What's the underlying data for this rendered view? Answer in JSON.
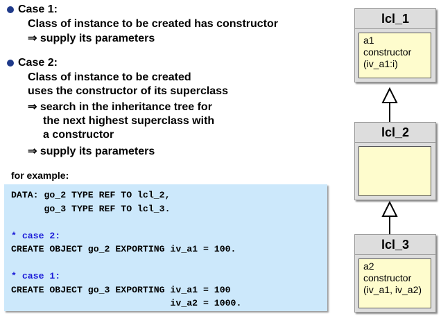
{
  "case1": {
    "title": "Case 1:",
    "line1": "Class of instance to be created has constructor",
    "line2": "⇒ supply its parameters"
  },
  "case2": {
    "title": "Case 2:",
    "line1": "Class of instance to be created",
    "line2": "uses the constructor of its superclass",
    "line3": "⇒ search in the inheritance tree for",
    "line4": "the next highest superclass with",
    "line5": "a constructor",
    "line6": "⇒  supply its parameters"
  },
  "example_label": "for example:",
  "code": {
    "l1": "DATA: go_2 TYPE REF TO lcl_2,",
    "l2": "      go_3 TYPE REF TO lcl_3.",
    "c1": "* case 2:",
    "l3": "CREATE OBJECT go_2 EXPORTING iv_a1 = 100.",
    "c2": "* case 1:",
    "l4": "CREATE OBJECT go_3 EXPORTING iv_a1 = 100",
    "l5": "                             iv_a2 = 1000."
  },
  "classes": [
    {
      "name": "lcl_1",
      "attr": "a1",
      "method": "constructor",
      "params": "(iv_a1:i)"
    },
    {
      "name": "lcl_2"
    },
    {
      "name": "lcl_3",
      "attr": "a2",
      "method": "constructor",
      "params": "(iv_a1, iv_a2)"
    }
  ]
}
